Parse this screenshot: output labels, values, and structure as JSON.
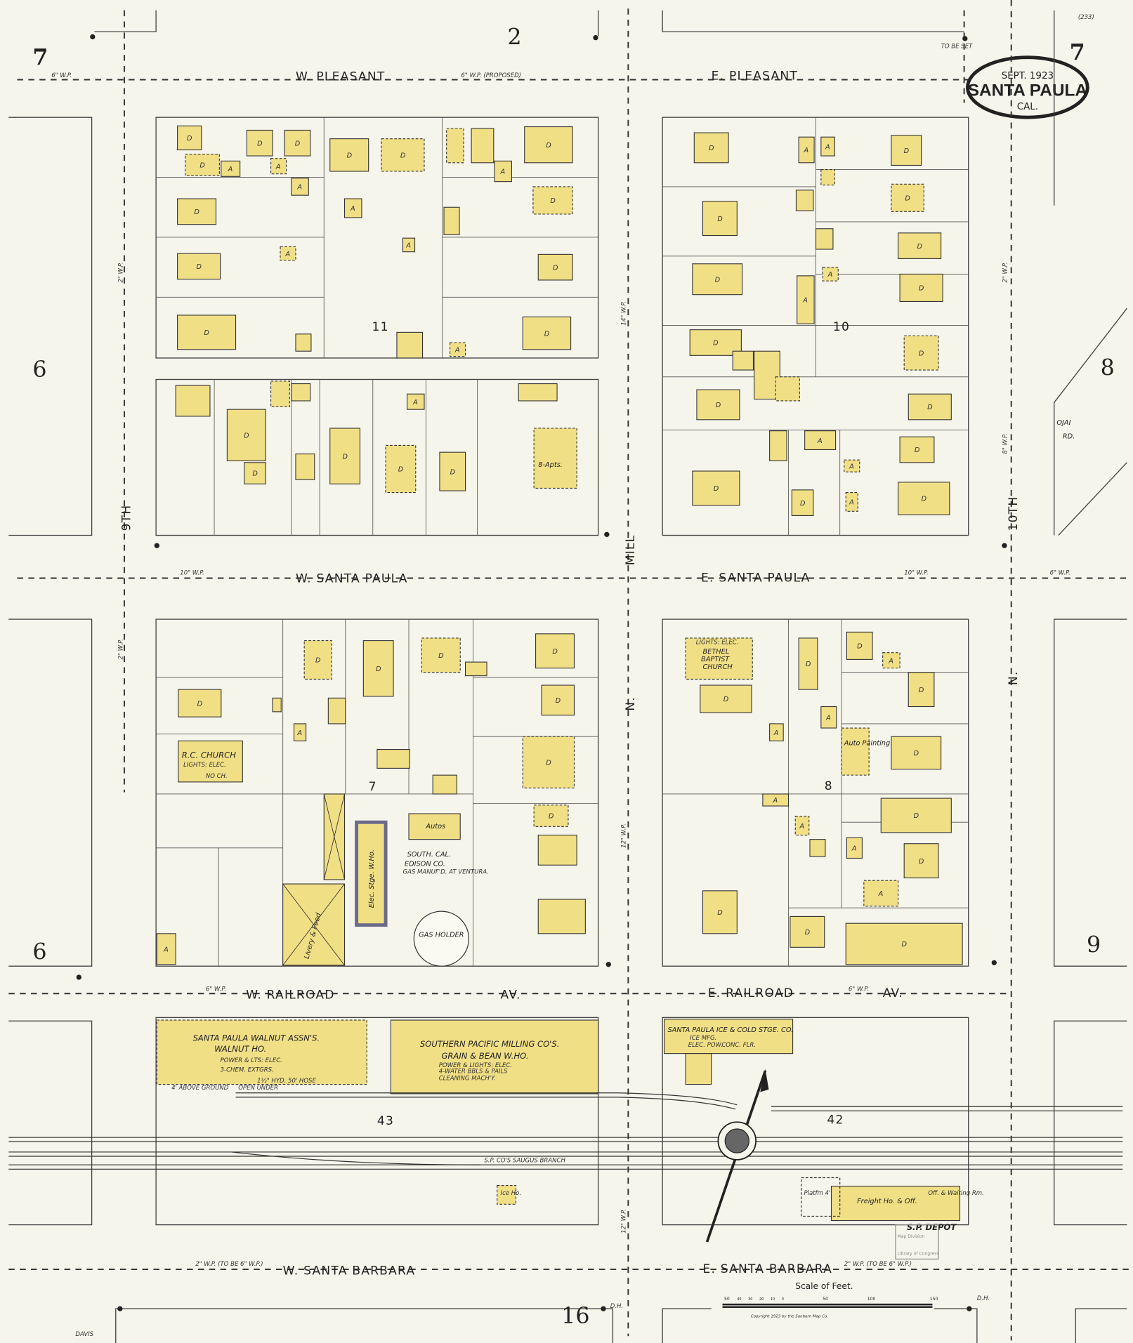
{
  "sheet": {
    "number": "7",
    "ref": "(233)",
    "date": "SEPT. 1923",
    "city": "SANTA PAULA",
    "state": "CAL."
  },
  "streets": {
    "w_pleasant": "W.   PLEASANT",
    "e_pleasant": "E.   PLEASANT",
    "w_santa_paula": "W.  SANTA  PAULA",
    "e_santa_paula": "E.  SANTA  PAULA",
    "w_railroad": "W.     RAILROAD",
    "w_railroad_av": "AV.",
    "e_railroad": "E.     RAILROAD",
    "e_railroad_av": "AV.",
    "w_santa_barbara": "W.    SANTA  BARBARA",
    "e_santa_barbara": "E.    SANTA  BARBARA",
    "mill": "MILL",
    "mill_n": "N.",
    "ninth": "9TH",
    "tenth": "10TH",
    "tenth_n": "N.",
    "ojai": "OJAI",
    "ojai_rd": "RD.",
    "davis": "DAVIS"
  },
  "water_pipes": {
    "wp6": "6\" W.P.",
    "wp6_proposed": "6\" W.P. (PROPOSED)",
    "wp10": "10\" W.P.",
    "wp2": "2\" W.P.",
    "wp2_to_be_6": "2\" W.P. (TO BE 6\" W.P.)",
    "wp8": "8\" W.P.",
    "wp12": "12\" W.P.",
    "wp14": "14\" W.P."
  },
  "blocks": {
    "b11": "11",
    "b10": "10",
    "b7": "7",
    "b8": "8"
  },
  "adjacent_sheets": {
    "top": "2",
    "left_upper": "6",
    "left_lower": "6",
    "right_upper": "8",
    "right_lower": "9",
    "bottom": "16"
  },
  "tracks": {
    "left": "43",
    "right": "42",
    "sp_branch": "S.P. CO'S   SAUGUS   BRANCH"
  },
  "building_codes": {
    "dwelling": "D",
    "auto": "A"
  },
  "buildings": {
    "walnut": {
      "name": "SANTA PAULA WALNUT ASSN'S.",
      "use": "WALNUT HO.",
      "n1": "POWER & LTS: ELEC.",
      "n2": "3-CHEM. EXTGRS.",
      "n3": "1½\" HYD. 50' HOSE",
      "n4": "4' ABOVE GROUND",
      "n5": "OPEN UNDER"
    },
    "milling": {
      "name": "SOUTHERN PACIFIC MILLING CO'S.",
      "use": "GRAIN & BEAN W.HO.",
      "n1": "POWER & LIGHTS: ELEC.",
      "n2": "4-WATER BBLS & PAILS",
      "n3": "CLEANING MACH'Y."
    },
    "ice": {
      "name": "SANTA PAULA ICE & COLD STGE. CO.",
      "n1": "ICE MFG.",
      "n2": "ELEC. POW.",
      "n3": "CONC. FLR."
    },
    "depot": {
      "name": "S.P. DEPOT",
      "freight": "Freight Ho. & Off.",
      "waiting": "Off. & Waiting Rm.",
      "platform": "Platfm 4'"
    },
    "edison": {
      "name1": "SOUTH. CAL.",
      "name2": "EDISON CO.",
      "note": "GAS MANUF'D. AT VENTURA.",
      "autos": "Autos",
      "holder": "GAS HOLDER"
    },
    "rc_church": {
      "name": "R.C. CHURCH",
      "note": "LIGHTS: ELEC.",
      "note2": "NO CH."
    },
    "baptist": {
      "l1": "BETHEL",
      "l2": "BAPTIST",
      "l3": "CHURCH",
      "note": "LIGHTS: ELEC."
    },
    "auto_painting": "Auto Painting",
    "livery": "Livery & Feed",
    "elec_stge": "Elec. Stge. W.Ho.",
    "apts": "8-Apts.",
    "ice_ho": "Ice Ho."
  },
  "markers": {
    "to_be_set": "TO BE SET",
    "dh": "D.H."
  },
  "scale": {
    "title": "Scale of Feet.",
    "ticks": [
      "50",
      "40",
      "30",
      "20",
      "10",
      "0",
      "50",
      "100",
      "150"
    ]
  },
  "copyright": "Copyright 1923 by the Sanborn Map Co.",
  "stamp": {
    "l1": "Library of Congress",
    "l2": "Map Division"
  }
}
